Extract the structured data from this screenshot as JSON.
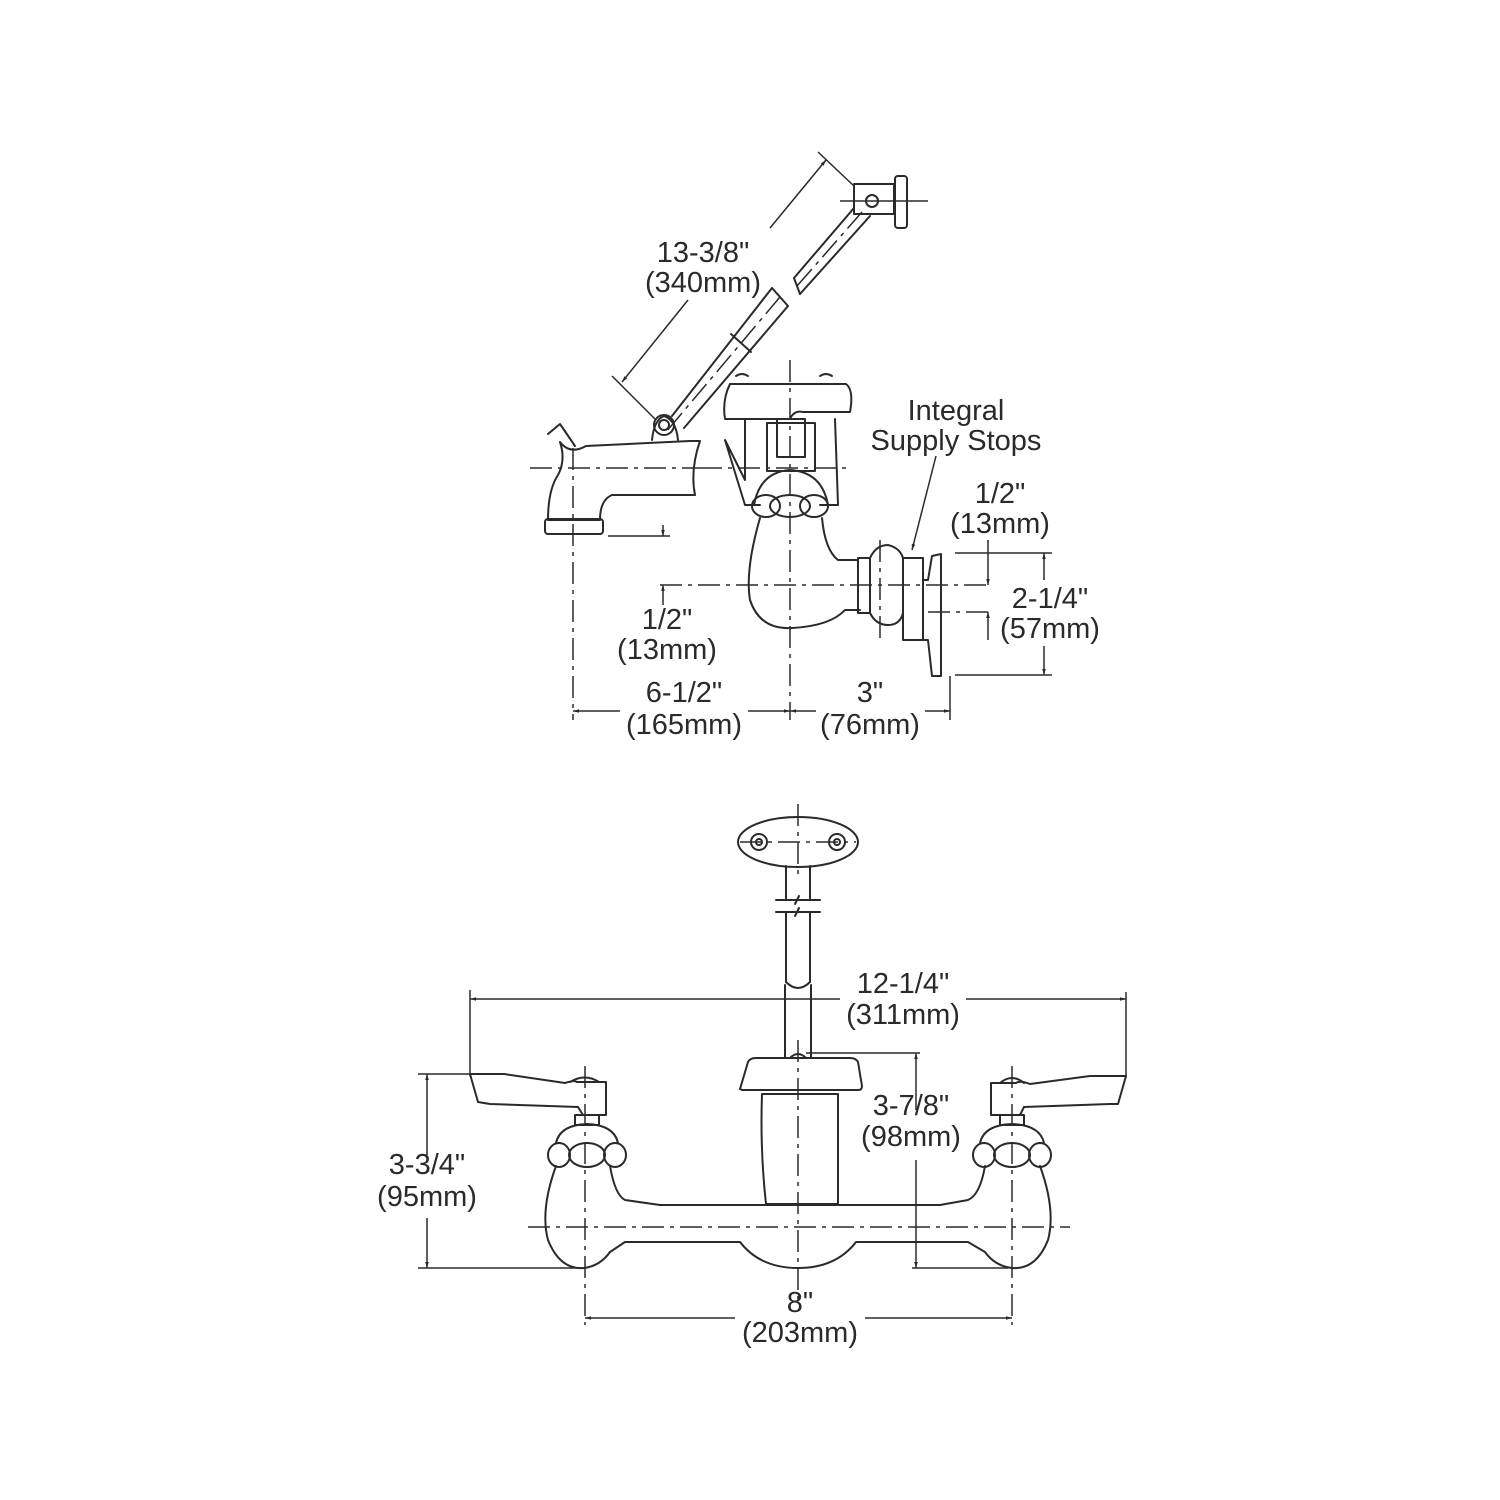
{
  "side_view": {
    "dimensions": {
      "hose_length": {
        "imperial": "13-3/8\"",
        "metric": "(340mm)"
      },
      "spout_drop": {
        "imperial": "1/2\"",
        "metric": "(13mm)"
      },
      "spout_reach": {
        "imperial": "6-1/2\"",
        "metric": "(165mm)"
      },
      "wall_offset": {
        "imperial": "3\"",
        "metric": "(76mm)"
      },
      "inlet_offset": {
        "imperial": "1/2\"",
        "metric": "(13mm)"
      },
      "flange_height": {
        "imperial": "2-1/4\"",
        "metric": "(57mm)"
      }
    },
    "callout": {
      "line1": "Integral",
      "line2": "Supply Stops"
    }
  },
  "front_view": {
    "dimensions": {
      "overall_width": {
        "imperial": "12-1/4\"",
        "metric": "(311mm)"
      },
      "vacuum_breaker_height": {
        "imperial": "3-7/8\"",
        "metric": "(98mm)"
      },
      "handle_height": {
        "imperial": "3-3/4\"",
        "metric": "(95mm)"
      },
      "centers": {
        "imperial": "8\"",
        "metric": "(203mm)"
      }
    }
  }
}
